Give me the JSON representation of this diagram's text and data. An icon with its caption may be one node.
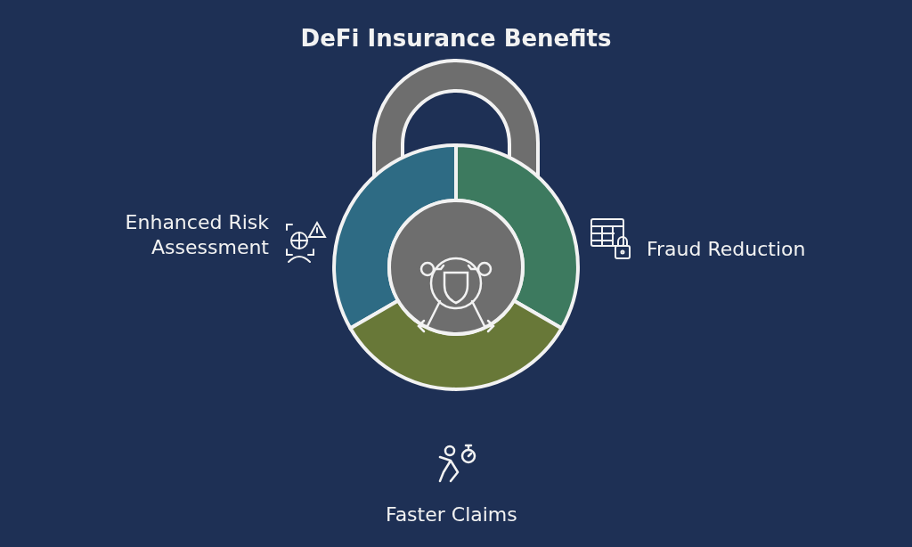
{
  "diagram": {
    "title": "DeFi Insurance Benefits",
    "labels": [
      "Enhanced Risk Assessment",
      "Fraud Reduction",
      "Faster Claims"
    ]
  }
}
